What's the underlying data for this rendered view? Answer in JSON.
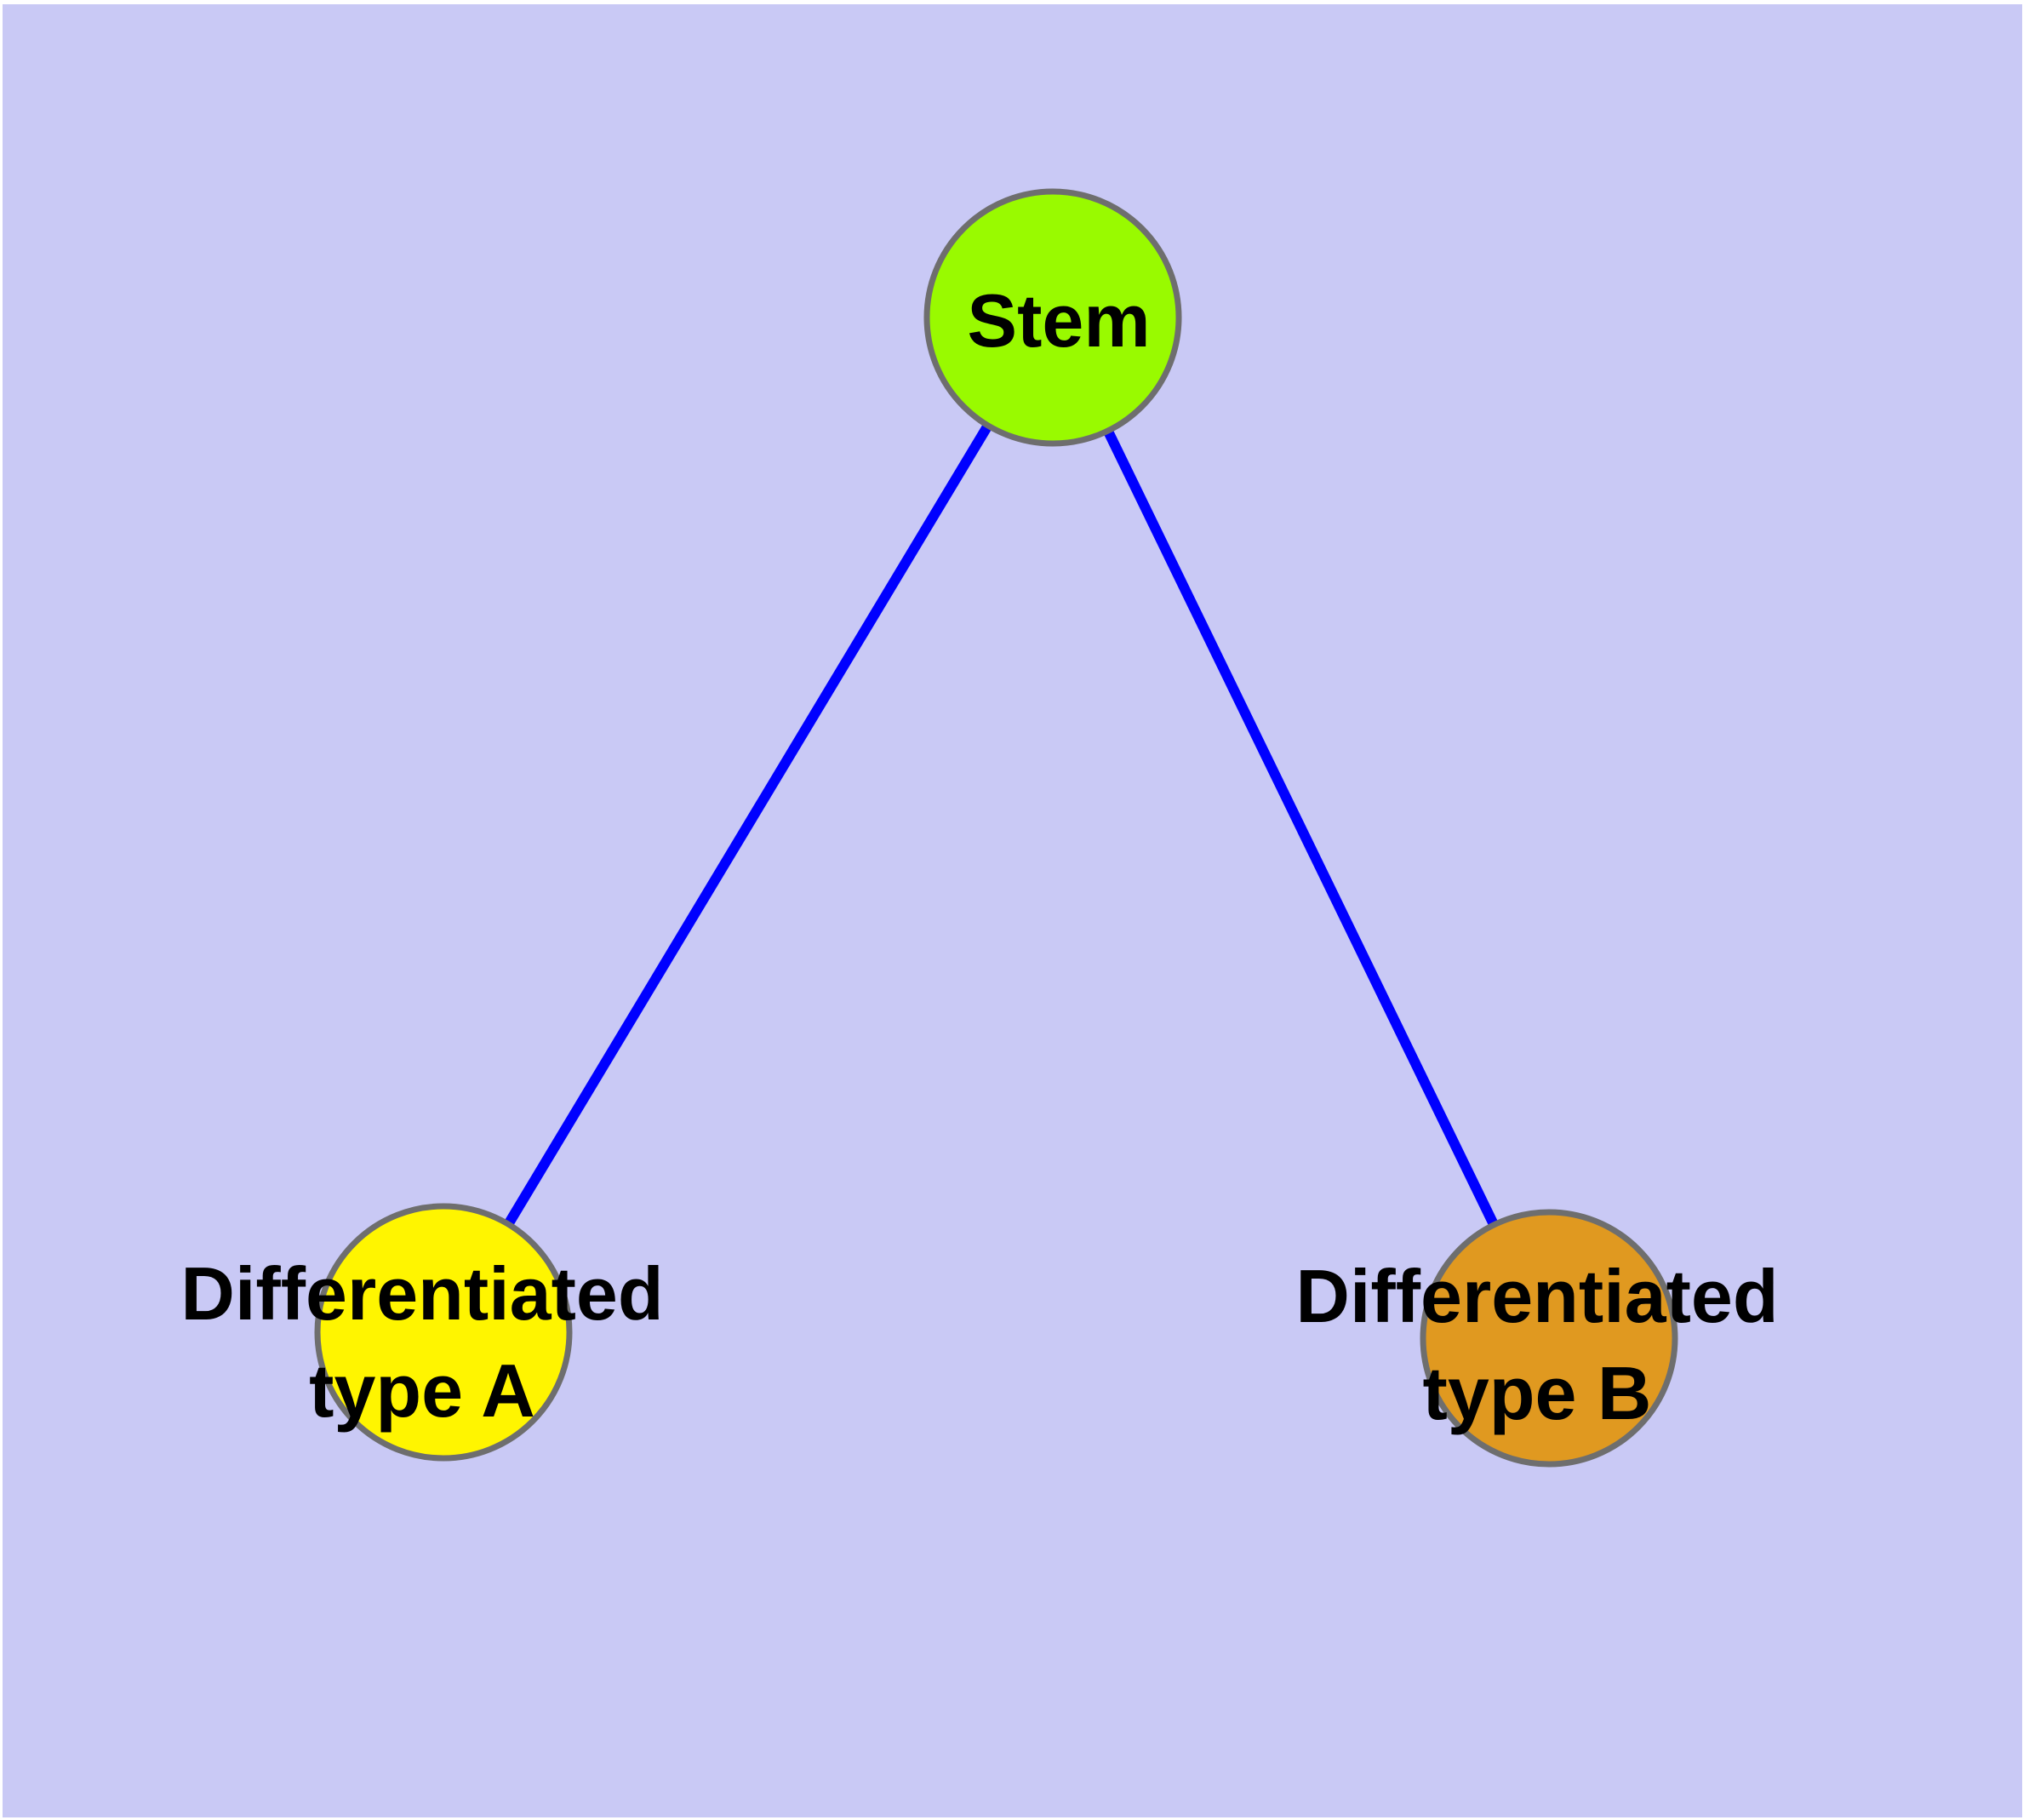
{
  "diagram": {
    "type": "node-link-graph",
    "canvas_color": "#C9C9F5",
    "frame_color": "#FFFFFF",
    "edge_color": "#0000FF",
    "node_border_color": "#6E6E6E",
    "label_color": "#000000",
    "nodes": {
      "stem": {
        "label": "Stem",
        "color": "#99FA00"
      },
      "type_a": {
        "line1": "Differentiated",
        "line2": "type A",
        "color": "#FFF500"
      },
      "type_b": {
        "line1": "Differentiated",
        "line2": "type B",
        "color": "#E09920"
      }
    },
    "edges": [
      {
        "from": "Stem",
        "to": "Differentiated type A"
      },
      {
        "from": "Stem",
        "to": "Differentiated type B"
      }
    ]
  }
}
